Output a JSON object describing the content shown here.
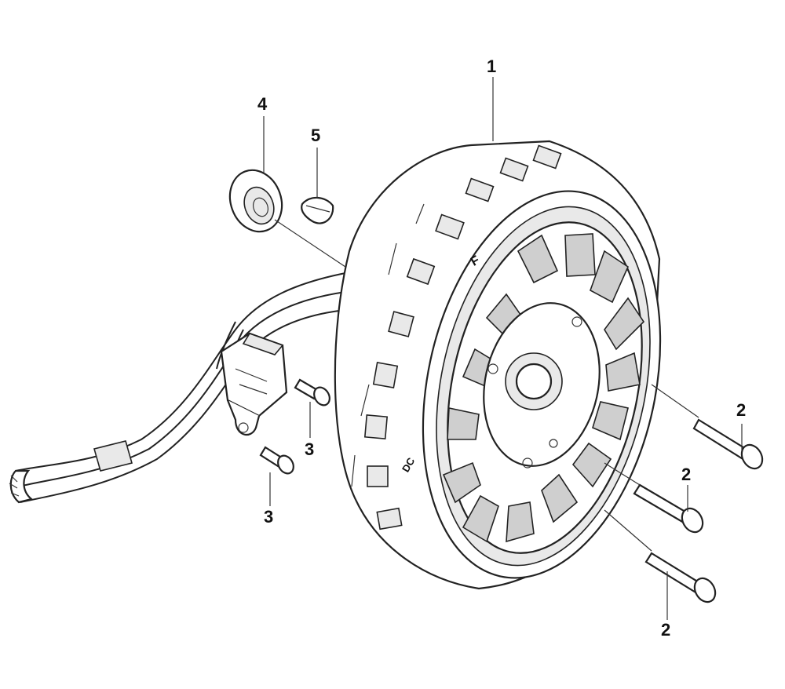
{
  "callouts": {
    "c1": "1",
    "c2a": "2",
    "c2b": "2",
    "c2c": "2",
    "c3a": "3",
    "c3b": "3",
    "c4": "4",
    "c5": "5"
  },
  "markings": {
    "rotor_mark_upper": "F",
    "rotor_mark_lower": "DC"
  }
}
